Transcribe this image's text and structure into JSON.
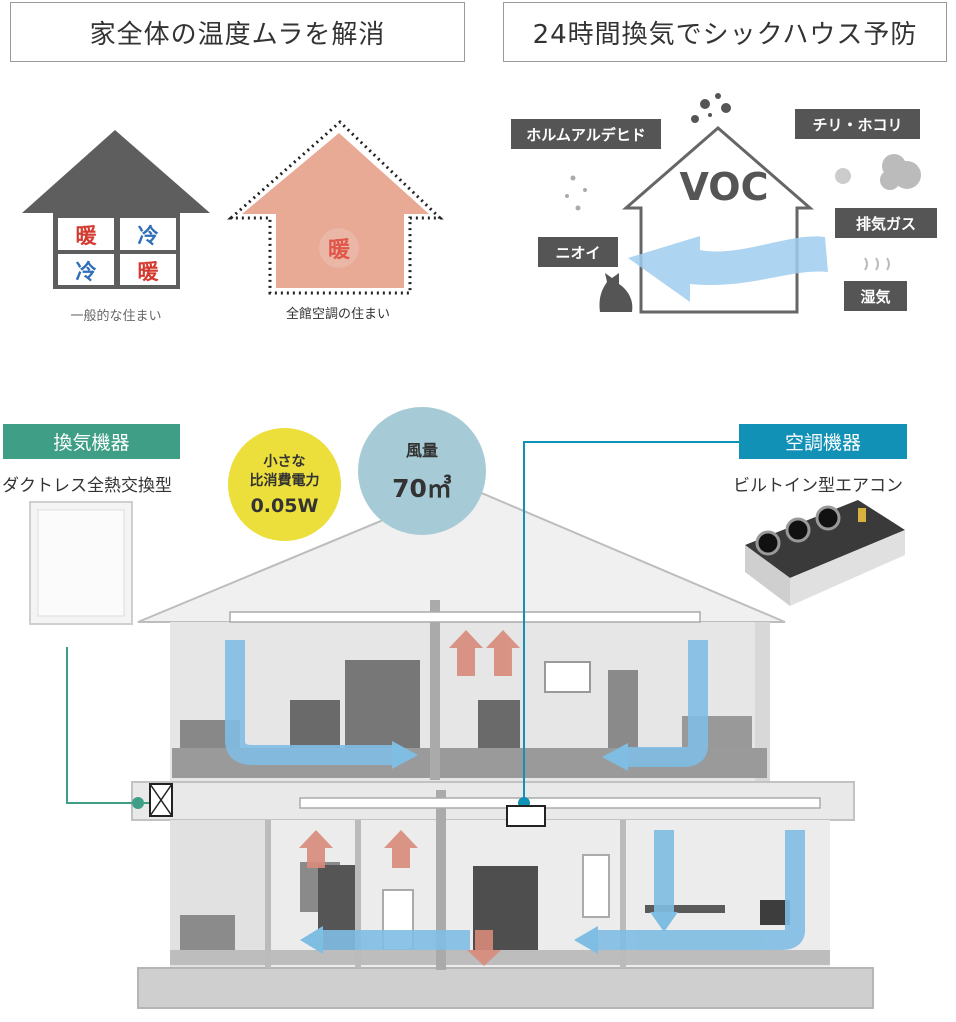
{
  "headings": {
    "left": "家全体の温度ムラを解消",
    "right": "24時間換気でシックハウス予防"
  },
  "comparison": {
    "normal_house": {
      "caption": "一般的な住まい",
      "rooms": [
        "暖",
        "冷",
        "冷",
        "暖"
      ]
    },
    "central_house": {
      "caption": "全館空調の住まい",
      "room": "暖"
    }
  },
  "voc_panel": {
    "center": "VOC",
    "pollutants": [
      "ホルムアルデヒド",
      "チリ・ホコリ",
      "排気ガス",
      "ニオイ",
      "湿気"
    ]
  },
  "ventilation": {
    "tag": "換気機器",
    "subtitle": "ダクトレス全熱交換型",
    "power_badge": {
      "line1": "小さな",
      "line2": "比消費電力",
      "value": "0.05W"
    },
    "airflow_badge": {
      "label": "風量",
      "value": "70㎥"
    }
  },
  "aircon": {
    "tag": "空調機器",
    "subtitle": "ビルトイン型エアコン"
  },
  "colors": {
    "green": "#3f9e86",
    "blue": "#1191b6",
    "warm": "#e8a995",
    "cool_arrow": "#7fbde3",
    "warm_arrow": "#d88b7b",
    "label_dark": "#555555",
    "badge_yellow": "#ecdf3c",
    "badge_blue": "#a7cbd6"
  }
}
